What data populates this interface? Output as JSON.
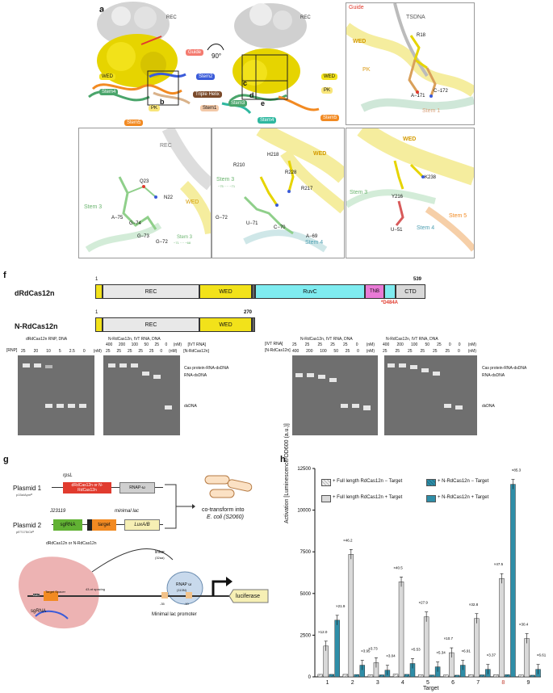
{
  "panel_labels": {
    "a": "a",
    "b": "b",
    "c": "c",
    "d": "d",
    "e": "e",
    "f": "f",
    "g": "g",
    "h": "h"
  },
  "panel_a": {
    "rotate": "90°",
    "labels": [
      "REC",
      "Guide",
      "WED",
      "PK",
      "Stem2",
      "Stem4",
      "Triple Helix",
      "Stem1",
      "Stem5",
      "Stem3",
      "b",
      "c",
      "d",
      "e"
    ]
  },
  "panel_b": {
    "guide": "Guide",
    "tsdna": "TSDNA",
    "wed": "WED",
    "pk": "PK",
    "stem1": "Stem 1",
    "r18": "R18",
    "a171": "A−171",
    "c172": "C−172"
  },
  "panel_c": {
    "rec": "REC",
    "wed": "WED",
    "stem3": "Stem 3",
    "stem3b": "Stem 3",
    "q23": "Q23",
    "n22": "N22",
    "a75": "A−75",
    "g74": "G−74",
    "g73": "G−73",
    "g72": "G−72",
    "pairs": "−71 ···· −68"
  },
  "panel_d": {
    "wed": "WED",
    "stem3": "Stem 3",
    "stem4": "Stem 4",
    "r210": "R210",
    "h218": "H218",
    "r228": "R228",
    "r217": "R217",
    "g72": "G−72",
    "u71": "U−71",
    "c70": "C−70",
    "a69": "A−69",
    "pairs": "−75 ···· −71"
  },
  "panel_e": {
    "wed": "WED",
    "stem3": "Stem 3",
    "stem4": "Stem 4",
    "stem5": "Stem 5",
    "k238": "K238",
    "y216": "Y216",
    "u51": "U−51"
  },
  "panel_f": {
    "dRdCas12n": {
      "name": "dRdCas12n",
      "start": "1",
      "end": "539",
      "domains": [
        "REC",
        "WED",
        "RuvC",
        "TNB",
        "CTD"
      ],
      "mutation": "*D484A"
    },
    "NRdCas12n": {
      "name": "N-RdCas12n",
      "start": "1",
      "end": "270",
      "domains": [
        "REC",
        "WED"
      ]
    },
    "gel1": {
      "left_title": "dRdCas12n RNP, DNA",
      "right_title": "N-RdCas12n, IVT RNA, DNA",
      "row1_label": "[RNP]",
      "row1_values": [
        "25",
        "20",
        "10",
        "5",
        "2.5",
        "0",
        "(nM)"
      ],
      "row2_values_a": [
        "400",
        "200",
        "100",
        "50",
        "25",
        "0",
        "(nM)",
        "[IVT RNA]"
      ],
      "row2_values_b": [
        "25",
        "25",
        "25",
        "25",
        "25",
        "0",
        "(nM)",
        "[N-RdCas12n]"
      ],
      "bands": [
        "Cas protein-RNA-dsDNA",
        "RNA-dsDNA",
        "dsDNA"
      ]
    },
    "gel2": {
      "left_title": "N-RdCas12n, IVT RNA, DNA",
      "right_title": "N-RdCas12n, IVT RNA, DNA",
      "row1_label": "[IVT RNA]",
      "row1_values": [
        "25",
        "25",
        "25",
        "25",
        "25",
        "0",
        "(nM)"
      ],
      "row2_label": "[N-RdCas12n]",
      "row2_values": [
        "400",
        "200",
        "100",
        "50",
        "25",
        "0",
        "(nM)"
      ],
      "right_row1": [
        "400",
        "200",
        "100",
        "50",
        "25",
        "0",
        "0",
        "(nM)"
      ],
      "right_row2": [
        "25",
        "25",
        "25",
        "25",
        "25",
        "25",
        "0",
        "(nM)"
      ],
      "bands": [
        "Cas protein-RNA-dsDNA",
        "RNA-dsDNA",
        "dsDNA"
      ]
    }
  },
  "panel_g": {
    "plasmid1": "Plasmid 1",
    "plasmid1_sub": "p15a/Apmᴿ",
    "rpsl": "rpsL",
    "cas_box": "dRdCas12n or N-RdCas12n",
    "rnap": "RNAP-ω",
    "plasmid2": "Plasmid 2",
    "plasmid2_sub": "pET175/Cbᴿ",
    "j23119": "J23119",
    "minimal_lac": "minimal lac",
    "sgrna": "sgRNA",
    "target": "target",
    "luxab": "LuxA/B",
    "cotransform": "co-transform into",
    "ecoli": "E. coli (S2060)",
    "schematic_title": "dRdCas12n or N-RdCas12n",
    "linker": "linker",
    "linker_sub": "(32aa)",
    "rnap_w": "RNAP ω",
    "rnap_w_sub": "(113N)",
    "spacing": "43-nt spacing",
    "minus35": "-35",
    "minus10": "-10",
    "promoter": "Minimal lac promoter",
    "luciferase": "luciferase",
    "sg": "sgRNA",
    "aac": "AAC",
    "target_spacer": "Target Spacer"
  },
  "chart_data": {
    "type": "bar",
    "title": "",
    "xlabel": "Target",
    "ylabel": "Activation [Luminescence/OD600 (a.u.)]",
    "ylim": [
      0,
      12500
    ],
    "yticks": [
      0,
      2500,
      5000,
      7500,
      10000,
      12500
    ],
    "categories": [
      "1",
      "2",
      "3",
      "4",
      "5",
      "6",
      "7",
      "8",
      "9"
    ],
    "legend": {
      "position": "top-left",
      "items": [
        {
          "name": "+ Full length RdCas12n − Target",
          "pattern": "hatched-gray"
        },
        {
          "name": "+ N-RdCas12n − Target",
          "pattern": "hatched-teal"
        },
        {
          "name": "+ Full length RdCas12n + Target",
          "pattern": "solid-gray"
        },
        {
          "name": "+ N-RdCas12n + Target",
          "pattern": "solid-teal"
        }
      ]
    },
    "series": [
      {
        "name": "+ Full length RdCas12n − Target",
        "values": [
          150,
          150,
          120,
          160,
          120,
          110,
          130,
          130,
          110
        ]
      },
      {
        "name": "+ Full length RdCas12n + Target",
        "values": [
          1850,
          7350,
          850,
          5700,
          3600,
          1450,
          3500,
          5900,
          2300
        ]
      },
      {
        "name": "+ N-RdCas12n − Target",
        "values": [
          150,
          140,
          120,
          150,
          110,
          100,
          120,
          130,
          100
        ]
      },
      {
        "name": "+ N-RdCas12n + Target",
        "values": [
          3400,
          700,
          400,
          800,
          600,
          700,
          450,
          11550,
          450
        ]
      }
    ],
    "fold_labels_fl": [
      "×12.0",
      "×46.2",
      "×3.73",
      "×40.5",
      "×27.9",
      "×10.7",
      "×32.8",
      "×47.5",
      "×30.4"
    ],
    "fold_labels_n": [
      "×21.9",
      "×3.95",
      "×3.04",
      "×5.53",
      "×5.34",
      "×6.91",
      "×3.37",
      "×85.3",
      "×6.61"
    ],
    "colors": {
      "gray": "#d9d9d9",
      "teal": "#2f8ea8",
      "highlight": "#c0392b"
    },
    "highlight_category": "8"
  },
  "colors": {
    "wed": "#f2e21a",
    "rec": "#e8e8e8",
    "ruvc": "#7fecf0",
    "tnb": "#e97ad6",
    "ctd": "#d8d8d8",
    "red": "#e13b2e",
    "green": "#61b233",
    "orange": "#f28a22"
  }
}
